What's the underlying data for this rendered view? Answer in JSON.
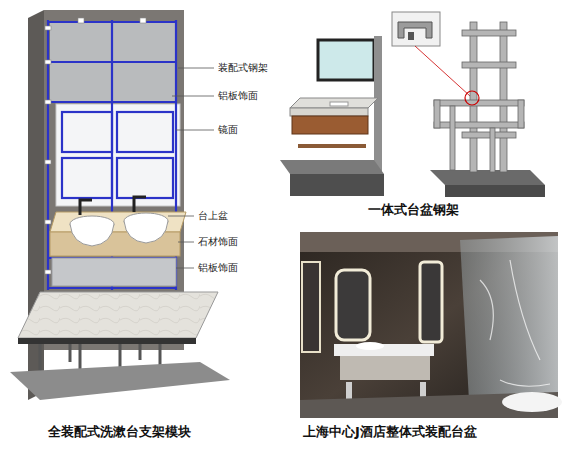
{
  "diagram": {
    "labels": [
      "装配式钢架",
      "铝板饰面",
      "镜面",
      "台上盆",
      "石材饰面",
      "铝板饰面",
      "全装配式洗漱台支架模块",
      "一体式台盆钢架",
      "上海中心J酒店整体式装配台盆"
    ]
  }
}
